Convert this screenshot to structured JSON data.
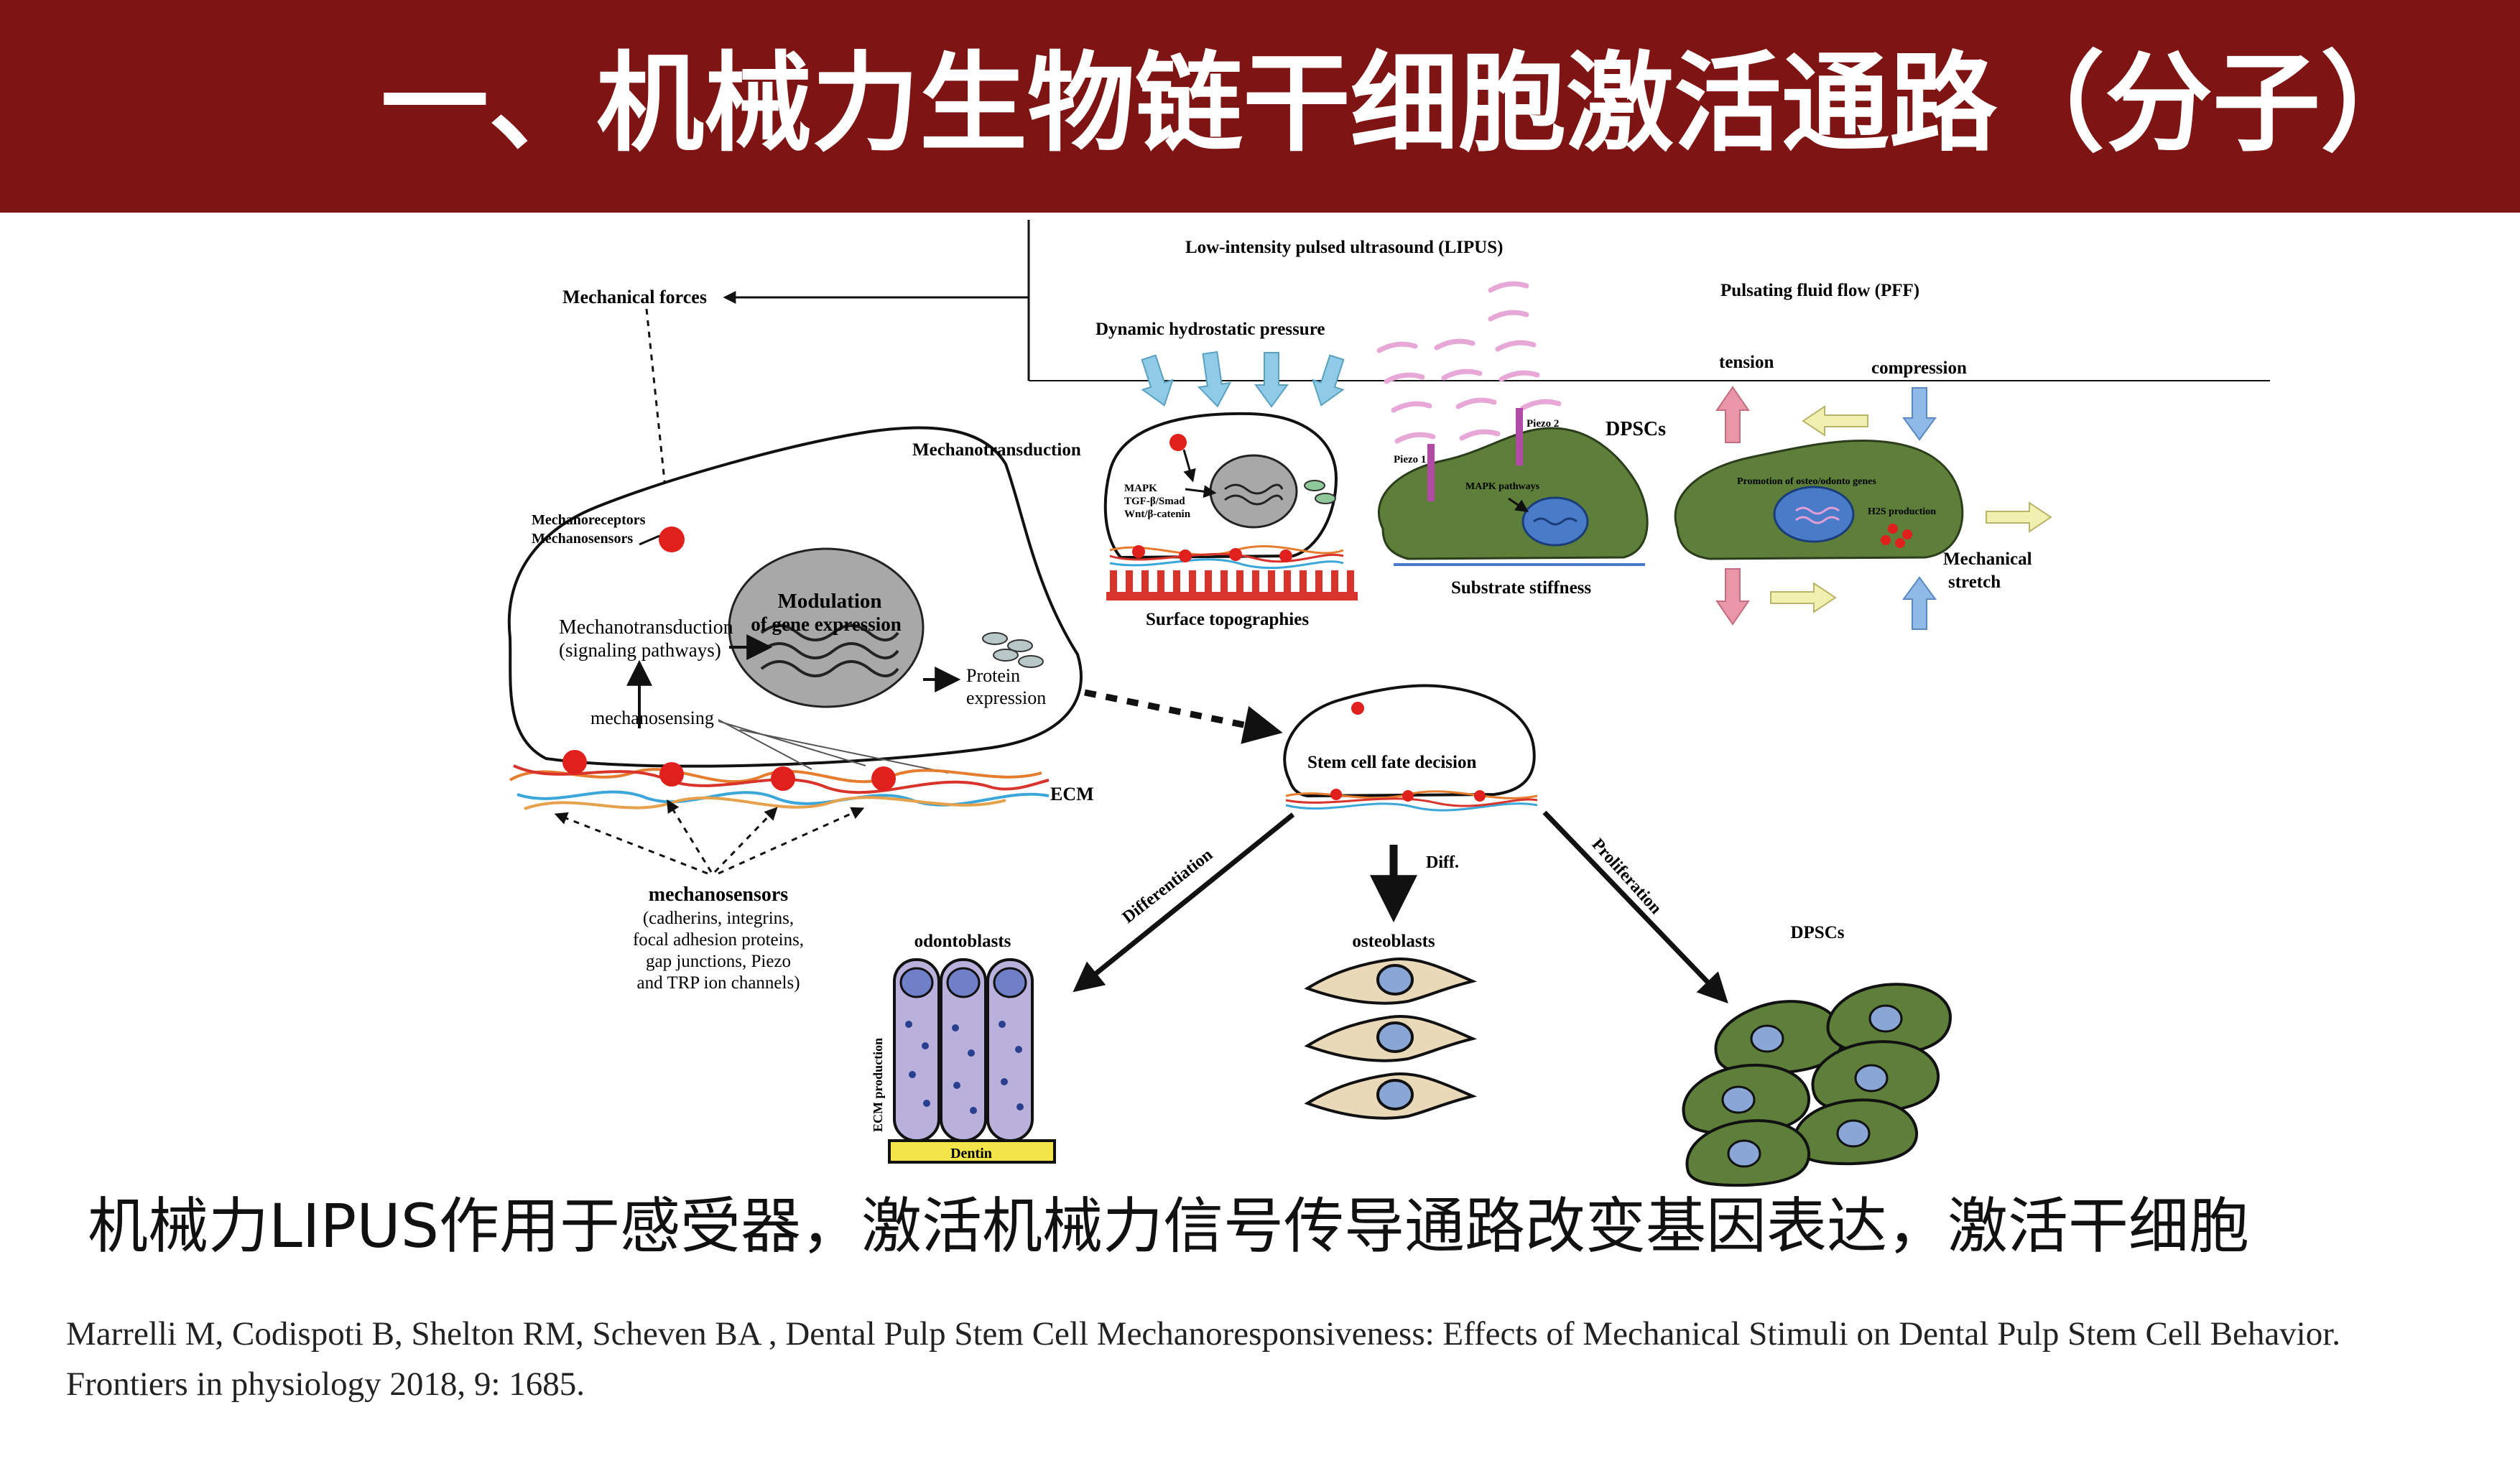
{
  "slide": {
    "title": "一、机械力生物链干细胞激活通路（分子）",
    "caption": "机械力LIPUS作用于感受器，激活机械力信号传导通路改变基因表达，激活干细胞",
    "citation_line1": "Marrelli M, Codispoti B, Shelton RM, Scheven BA , Dental Pulp Stem Cell Mechanoresponsiveness: Effects of Mechanical Stimuli on Dental Pulp Stem Cell Behavior.",
    "citation_line2": "Frontiers in physiology 2018, 9: 1685."
  },
  "colors": {
    "banner": "#7e1414",
    "receptor": "#e0201c",
    "dpsc_green": "#5d7f3a",
    "odontoblast_purple": "#b9b0dc",
    "dentin_yellow": "#f2e54a",
    "osteoblast_beige": "#e9d9b9",
    "lipus_pink": "#e7a8d8",
    "pressure_blue": "#8fcbe6"
  },
  "figure": {
    "mechanical_forces": "Mechanical forces",
    "mechanoreceptors": "Mechanoreceptors",
    "mechanosensors_top": "Mechanosensors",
    "mechanotransduction_cell": "Mechanotransduction",
    "signaling_pathways": "(signaling pathways)",
    "modulation_1": "Modulation",
    "modulation_2": "of gene expression",
    "protein_1": "Protein",
    "protein_2": "expression",
    "mechanosensing": "mechanosensing",
    "ecm": "ECM",
    "mechanosensors_title": "mechanosensors",
    "ms_1": "(cadherins, integrins,",
    "ms_2": "focal adhesion proteins,",
    "ms_3": "gap junctions, Piezo",
    "ms_4": "and TRP ion channels)",
    "mechanotransduction_header": "Mechanotransduction",
    "lipus": "Low-intensity pulsed ultrasound (LIPUS)",
    "dhp": "Dynamic hydrostatic pressure",
    "mapk": "MAPK",
    "tgf": "TGF-β/Smad",
    "wnt": "Wnt/β-catenin",
    "surface": "Surface topographies",
    "piezo1": "Piezo 1",
    "piezo2": "Piezo 2",
    "mapk_pathways": "MAPK pathways",
    "dpscs_top": "DPSCs",
    "substrate": "Substrate stiffness",
    "pff": "Pulsating fluid flow (PFF)",
    "tension": "tension",
    "compression": "compression",
    "promotion": "Promotion of osteo/odonto genes",
    "h2s": "H2S production",
    "mech_stretch_1": "Mechanical",
    "mech_stretch_2": "stretch",
    "stem_cell_fate": "Stem cell fate decision",
    "differentiation": "Differentiation",
    "diff": "Diff.",
    "proliferation": "Proliferation",
    "odontoblasts": "odontoblasts",
    "osteoblasts": "osteoblasts",
    "dpscs_bottom": "DPSCs",
    "ecm_production": "ECM production",
    "dentin": "Dentin"
  }
}
